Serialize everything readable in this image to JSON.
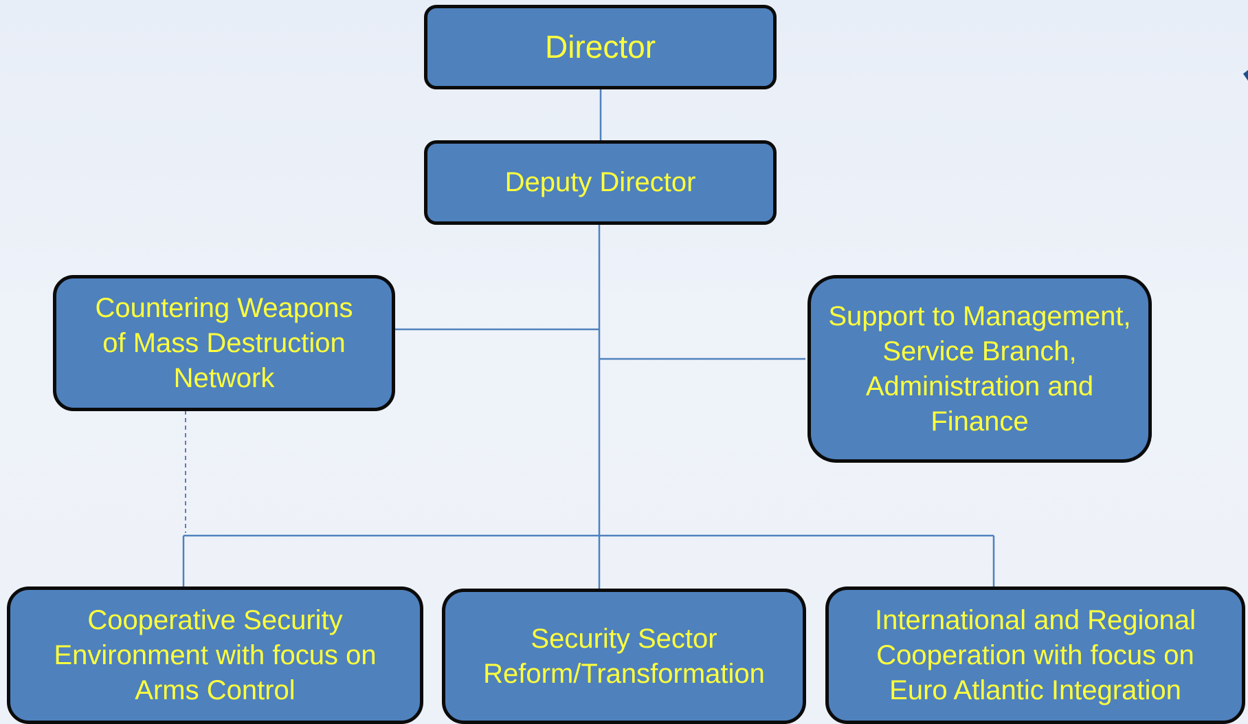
{
  "colors": {
    "box_fill": "#4f81bd",
    "box_border": "#0b0b0b",
    "box_text": "#ffff3c",
    "connector": "#4f81bd",
    "background": "#ebf0f8"
  },
  "org_chart": {
    "director": "Director",
    "deputy_director": "Deputy Director",
    "cwmd_network": "Countering Weapons of Mass Destruction Network",
    "support_management": "Support to Management, Service Branch, Administration and Finance",
    "cooperative_security": "Cooperative Security Environment with focus on Arms Control",
    "security_sector_reform": "Security Sector Reform/Transformation",
    "international_cooperation": "International and Regional Cooperation with focus on Euro Atlantic Integration"
  }
}
